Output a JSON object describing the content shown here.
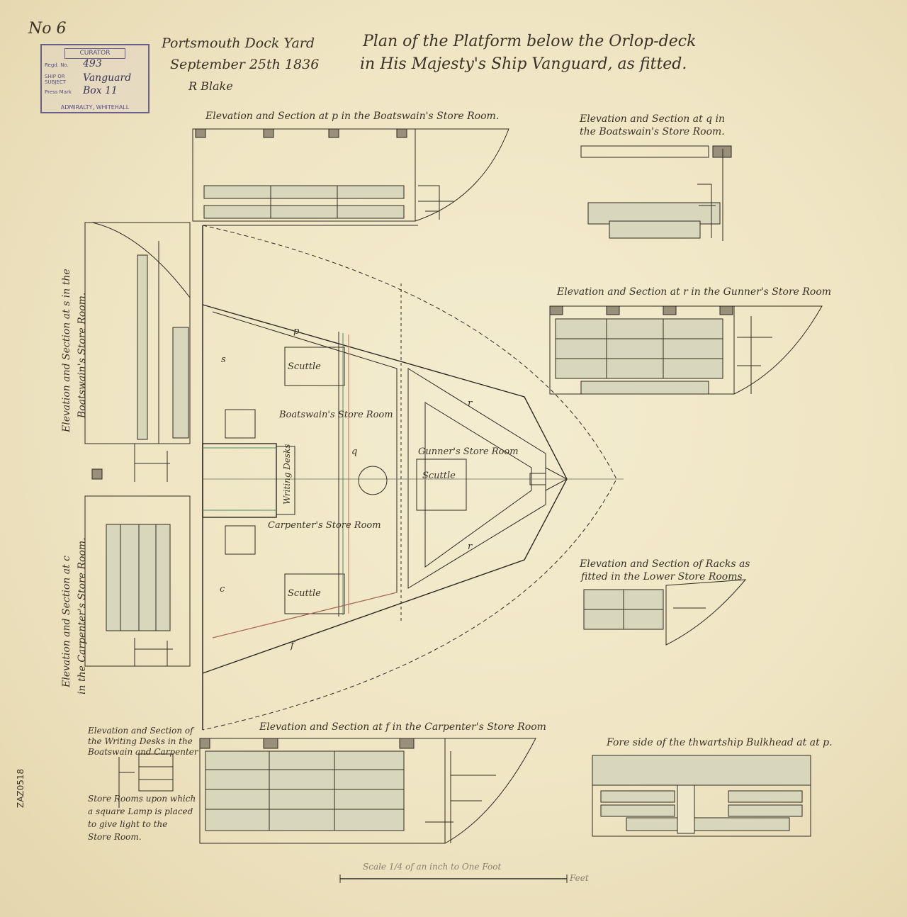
{
  "header": {
    "sheet_number": "No 6",
    "yard": "Portsmouth Dock Yard",
    "date": "September 25th 1836",
    "signature": "R Blake",
    "title_line1": "Plan of the Platform below the Orlop-deck",
    "title_line2": "in His Majesty's Ship Vanguard, as fitted."
  },
  "stamp": {
    "heading": "CURATOR",
    "regd_label": "Regd. No.",
    "regd_value": "493",
    "ship_label": "SHIP OR SUBJECT",
    "ship_value": "Vanguard",
    "press_label": "Press Mark",
    "press_value": "Box 11",
    "footer": "ADMIRALTY, WHITEHALL"
  },
  "captions": {
    "elev_p": "Elevation and Section at p in the Boatswain's Store Room.",
    "elev_q_1": "Elevation and Section at q in",
    "elev_q_2": "the Boatswain's Store Room.",
    "elev_r": "Elevation and Section at r in the Gunner's Store Room",
    "elev_s_1": "Elevation and Section at s in the",
    "elev_s_2": "Boatswain's Store Room.",
    "elev_c_1": "Elevation and Section at c",
    "elev_c_2": "in the Carpenter's Store Room.",
    "racks_1": "Elevation and Section of Racks as",
    "racks_2": "fitted in the Lower Store Rooms",
    "elev_f": "Elevation and Section at f in the Carpenter's Store Room",
    "bulkhead": "Fore side of the thwartship Bulkhead at at p.",
    "desks_1": "Elevation and Section of",
    "desks_2": "the Writing Desks in the",
    "desks_3": "Boatswain and Carpenter",
    "lamp_1": "Store Rooms upon which",
    "lamp_2": "a square Lamp is placed",
    "lamp_3": "to give light to the",
    "lamp_4": "Store Room.",
    "scale": "Scale 1/4 of an inch to One Foot",
    "scale_unit": "Feet"
  },
  "plan_labels": {
    "boatswain": "Boatswain's Store Room",
    "carpenter": "Carpenter's Store Room",
    "gunner": "Gunner's Store Room",
    "scuttle": "Scuttle",
    "desk": "Writing Desks",
    "p": "p",
    "q": "q",
    "r": "r",
    "s": "s",
    "c": "c",
    "f": "f"
  },
  "side_id": "ZAZ0518"
}
